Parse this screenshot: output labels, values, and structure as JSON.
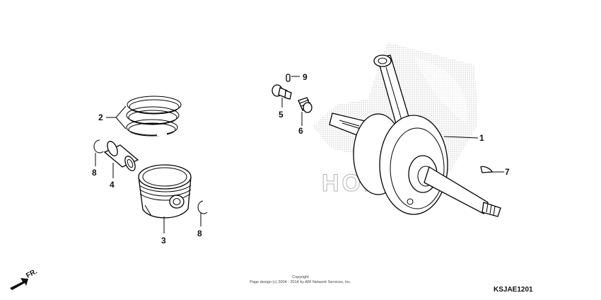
{
  "callouts": {
    "c1": "1",
    "c2": "2",
    "c3": "3",
    "c4": "4",
    "c5": "5",
    "c6": "6",
    "c7": "7",
    "c8a": "8",
    "c8b": "8",
    "c9": "9"
  },
  "footer": {
    "copyright_line1": "Copyright",
    "copyright_line2": "Page design (c) 2004 - 2014 by ARI Network Services, Inc.",
    "diagram_code": "KSJAE1201"
  },
  "direction": {
    "label": "FR."
  },
  "watermark": {
    "text": "HONDA",
    "color": "#b5b5b5"
  }
}
